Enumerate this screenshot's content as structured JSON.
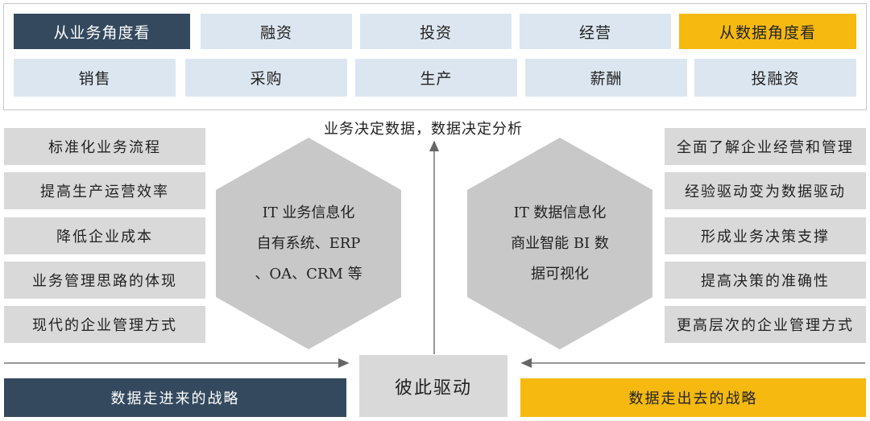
{
  "top_row": [
    "从业务角度看",
    "融资",
    "投资",
    "经营",
    "从数据角度看"
  ],
  "second_row": [
    "销售",
    "采购",
    "生产",
    "薪酬",
    "投融资"
  ],
  "center_label": "业务决定数据，数据决定分析",
  "left_list": [
    "标准化业务流程",
    "提高生产运营效率",
    "降低企业成本",
    "业务管理思路的体现",
    "现代的企业管理方式"
  ],
  "right_list": [
    "全面了解企业经营和管理",
    "经验驱动变为数据驱动",
    "形成业务决策支撑",
    "提高决策的准确性",
    "更高层次的企业管理方式"
  ],
  "left_hex": [
    "IT 业务信息化",
    "自有系统、ERP",
    "、OA、CRM 等"
  ],
  "right_hex": [
    "IT 数据信息化",
    "商业智能 BI 数",
    "据可视化"
  ],
  "center_box": "彼此驱动",
  "bottom_left": "数据走进来的战略",
  "bottom_right": "数据走出去的战略",
  "colors": {
    "dark": "#34495e",
    "gold": "#f5b90f",
    "light": "#dce6f0",
    "gray": "#d9d9d9",
    "hex": "#c8c8c8"
  }
}
